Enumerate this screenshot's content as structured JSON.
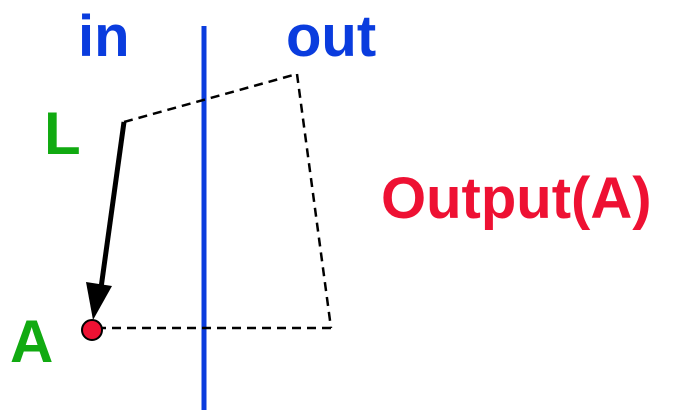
{
  "labels": {
    "in": "in",
    "out": "out",
    "L": "L",
    "A": "A",
    "output": "Output(A)"
  },
  "colors": {
    "boundary": "#0a3cde",
    "region_label": "#0a3cde",
    "point_label": "#11aa11",
    "output_label": "#ee1133",
    "point_A_fill": "#ee1133",
    "arrow": "#000000",
    "dashed": "#000000"
  }
}
